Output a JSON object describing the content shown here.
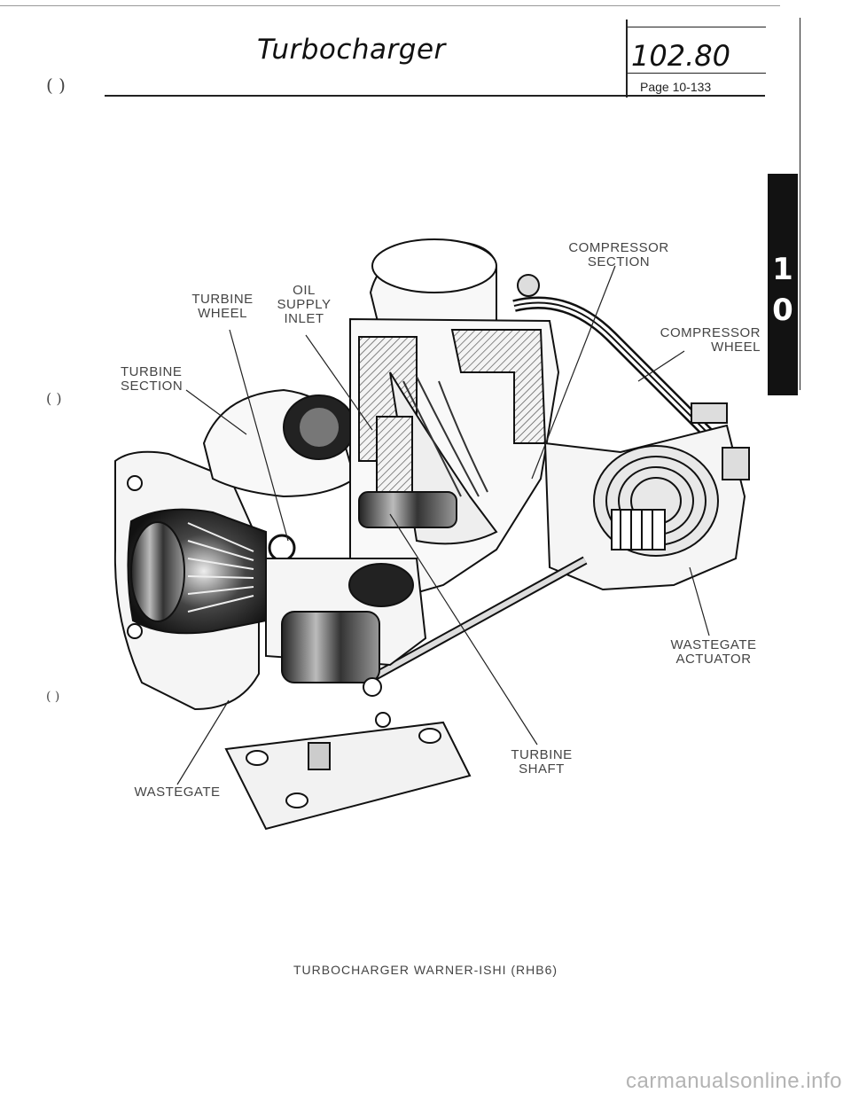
{
  "header": {
    "title": "Turbocharger",
    "section_number": "102.80",
    "page_ref": "Page 10-133"
  },
  "tab": {
    "digits": [
      "1",
      "0"
    ]
  },
  "callouts": {
    "compressor_section": "COMPRESSOR\nSECTION",
    "turbine_wheel": "TURBINE\nWHEEL",
    "oil_supply_inlet": "OIL\nSUPPLY\nINLET",
    "compressor_wheel": "COMPRESSOR\nWHEEL",
    "turbine_section": "TURBINE\nSECTION",
    "wastegate_actuator": "WASTEGATE\nACTUATOR",
    "turbine_shaft": "TURBINE\nSHAFT",
    "wastegate": "WASTEGATE"
  },
  "caption": "TURBOCHARGER WARNER-ISHI (RHB6)",
  "watermark": "carmanualsonline.info",
  "colors": {
    "ink": "#1a1a1a",
    "paper": "#ffffff",
    "tab": "#121212",
    "watermark": "#b3b3b3"
  }
}
